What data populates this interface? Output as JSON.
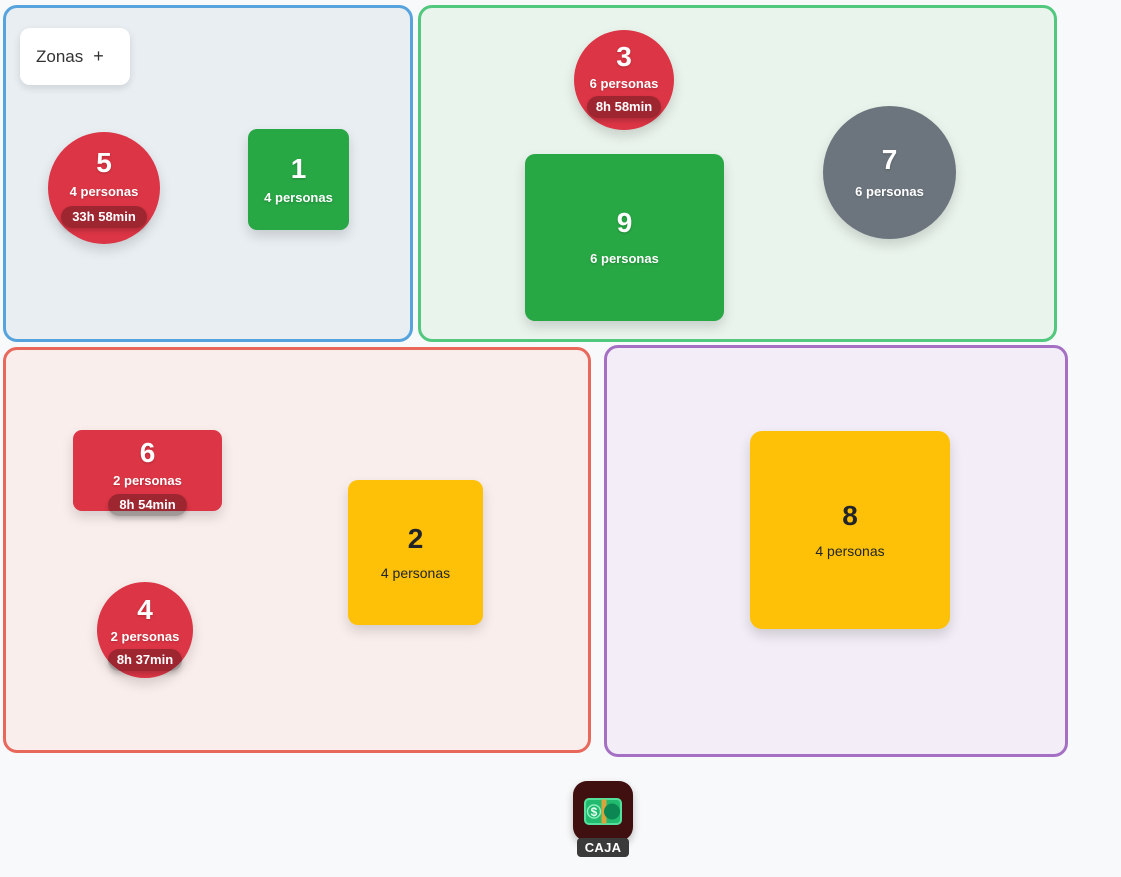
{
  "zones_panel": {
    "title": "Zonas",
    "add_label": "+"
  },
  "zones": {
    "zone1": {
      "name": "zone-1",
      "border_color": "#56a3dd",
      "bg_color": "#e8eef2"
    },
    "zone2": {
      "name": "zone-2",
      "border_color": "#51c87d",
      "bg_color": "#e9f4ec"
    },
    "zone3": {
      "name": "zone-3",
      "border_color": "#e8695c",
      "bg_color": "#faeeec"
    },
    "zone4": {
      "name": "zone-4",
      "border_color": "#a570c4",
      "bg_color": "#f2edf6"
    }
  },
  "status_colors": {
    "occupied_red": "#dc3545",
    "free_green": "#28a745",
    "reserved_yellow": "#ffc107",
    "inactive_gray": "#6c757d"
  },
  "tables": {
    "t5": {
      "number": "5",
      "capacity": "4 personas",
      "timer": "33h 58min",
      "shape": "circle",
      "color": "#dc3545"
    },
    "t1": {
      "number": "1",
      "capacity": "4 personas",
      "shape": "square",
      "color": "#28a745"
    },
    "t3": {
      "number": "3",
      "capacity": "6 personas",
      "timer": "8h 58min",
      "shape": "circle",
      "color": "#dc3545"
    },
    "t9": {
      "number": "9",
      "capacity": "6 personas",
      "shape": "square",
      "color": "#28a745"
    },
    "t7": {
      "number": "7",
      "capacity": "6 personas",
      "shape": "circle",
      "color": "#6c757d"
    },
    "t6": {
      "number": "6",
      "capacity": "2 personas",
      "timer": "8h 54min",
      "shape": "rectangle",
      "color": "#dc3545"
    },
    "t4": {
      "number": "4",
      "capacity": "2 personas",
      "timer": "8h 37min",
      "shape": "circle",
      "color": "#dc3545"
    },
    "t2": {
      "number": "2",
      "capacity": "4 personas",
      "shape": "square",
      "color": "#ffc107"
    },
    "t8": {
      "number": "8",
      "capacity": "4 personas",
      "shape": "square",
      "color": "#ffc107"
    }
  },
  "caja": {
    "label": "CAJA",
    "icon": "money-bill-icon",
    "icon_bg": "#400f0f",
    "label_bg": "#3a3a3a"
  }
}
